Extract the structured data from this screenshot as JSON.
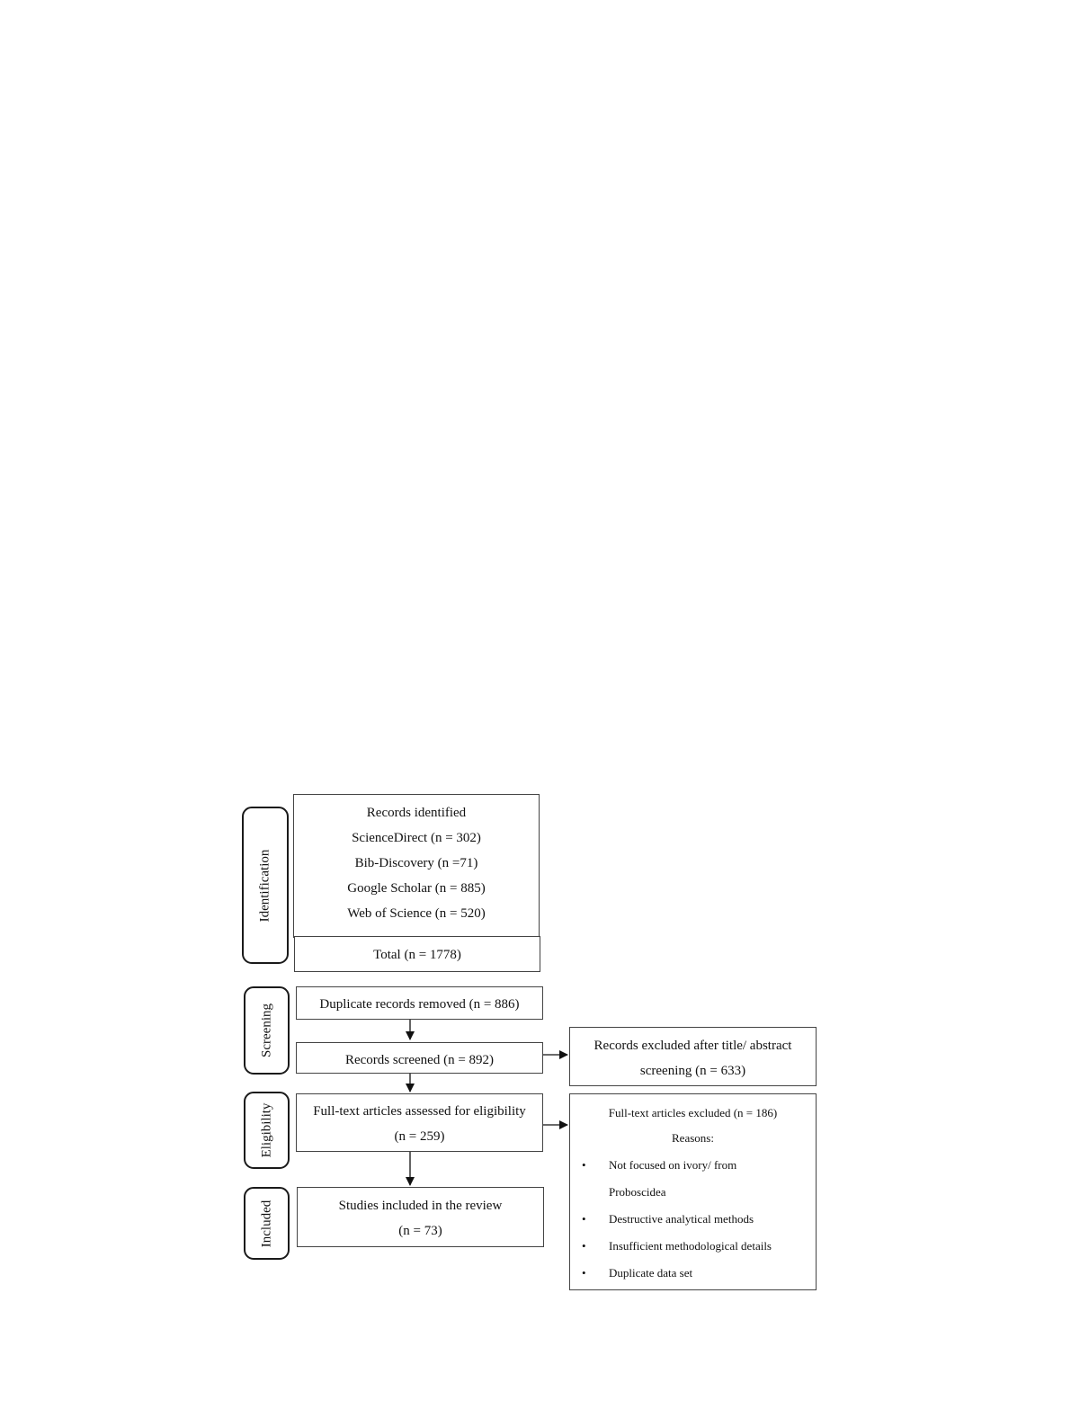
{
  "stages": {
    "identification": "Identification",
    "screening": "Screening",
    "eligibility": "Eligibility",
    "included": "Included"
  },
  "identified": {
    "title": "Records identified",
    "sources": [
      "ScienceDirect (n = 302)",
      "Bib-Discovery (n =71)",
      "Google Scholar (n = 885)",
      "Web of Science (n = 520)"
    ],
    "total": "Total (n = 1778)"
  },
  "duplicates": "Duplicate records removed (n = 886)",
  "screened": "Records screened (n = 892)",
  "excluded_screening": {
    "line1": "Records excluded after title/ abstract",
    "line2": "screening (n = 633)"
  },
  "eligibility": {
    "line1": "Full-text articles assessed for eligibility",
    "line2": "(n = 259)"
  },
  "excluded_fulltext": {
    "title": "Full-text articles excluded (n = 186)",
    "reasons_label": "Reasons:",
    "reasons": [
      "Not focused on ivory/ from",
      "Proboscidea",
      "Destructive analytical methods",
      "Insufficient methodological details",
      "Duplicate data set"
    ]
  },
  "included": {
    "line1": "Studies included in the review",
    "line2": "(n = 73)"
  }
}
